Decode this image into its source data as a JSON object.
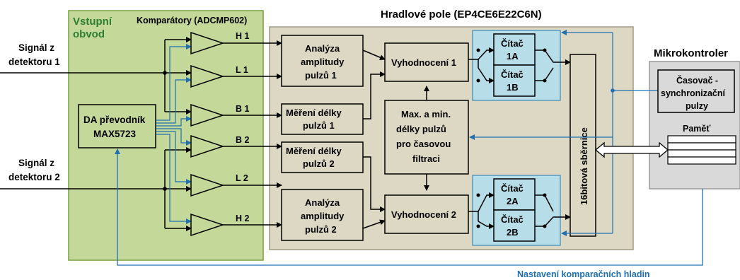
{
  "title_fpga": "Hradlové pole (EP4CE6E22C6N)",
  "title_mcu": "Mikrokontroler",
  "input_block": {
    "line1": "Vstupní",
    "line2": "obvod"
  },
  "comparators_label": "Komparátory (ADCMP602)",
  "signal1": {
    "line1": "Signál z",
    "line2": "detektoru 1"
  },
  "signal2": {
    "line1": "Signál z",
    "line2": "detektoru 2"
  },
  "dac": {
    "line1": "DA převodník",
    "line2": "MAX5723"
  },
  "comparators": [
    "H 1",
    "L 1",
    "B 1",
    "B 2",
    "L 2",
    "H 2"
  ],
  "amp1": [
    "Analýza",
    "amplitudy",
    "pulzů 1"
  ],
  "amp2": [
    "Analýza",
    "amplitudy",
    "pulzů 2"
  ],
  "len1": [
    "Měření délky",
    "pulzů 1"
  ],
  "len2": [
    "Měření délky",
    "pulzů 2"
  ],
  "eval1": "Vyhodnocení 1",
  "eval2": "Vyhodnocení 2",
  "maxmin": [
    "Max. a min.",
    "délky pulzů",
    "pro časovou",
    "filtraci"
  ],
  "counters": {
    "c1a": [
      "Čítač",
      "1A"
    ],
    "c1b": [
      "Čítač",
      "1B"
    ],
    "c2a": [
      "Čítač",
      "2A"
    ],
    "c2b": [
      "Čítač",
      "2B"
    ]
  },
  "bus": "16bitová sběrnice",
  "timer": [
    "Časovač -",
    "synchronizační",
    "pulzy"
  ],
  "memory": "Paměť",
  "threshold_label": "Nastavení komparačních hladin",
  "colors": {
    "input_green": "#c4d89a",
    "fpga_beige": "#ddd8c3",
    "counter_blue": "#b7dde8",
    "mcu_gray": "#d9d9d9",
    "signal_blue": "#1f6fb2"
  }
}
